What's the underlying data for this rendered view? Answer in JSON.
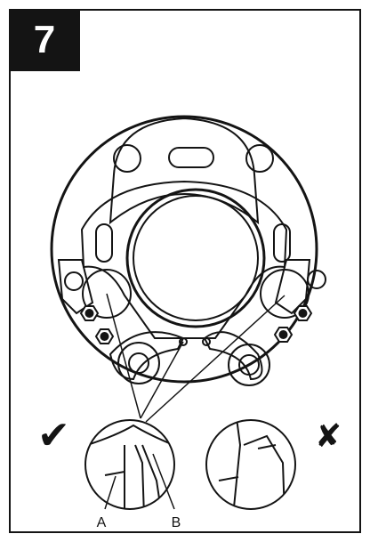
{
  "step": {
    "number": "7"
  },
  "callouts": {
    "a": "A",
    "b": "B"
  },
  "marks": {
    "correct": "✔",
    "incorrect": "✘"
  },
  "colors": {
    "ink": "#141414",
    "paper": "#ffffff"
  }
}
